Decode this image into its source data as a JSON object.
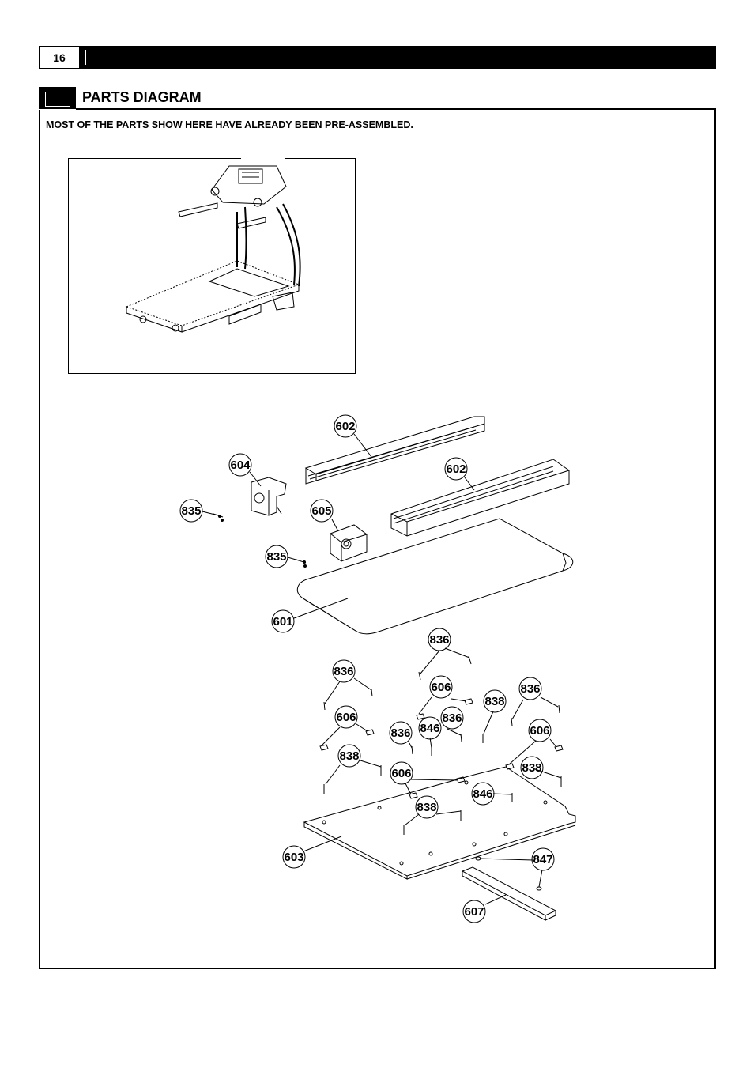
{
  "header": {
    "page_number": "16"
  },
  "section": {
    "title": "PARTS DIAGRAM"
  },
  "note": "MOST OF THE PARTS SHOW HERE HAVE ALREADY BEEN PRE-ASSEMBLED.",
  "callouts": {
    "c602a": "602",
    "c602b": "602",
    "c604": "604",
    "c605": "605",
    "c835a": "835",
    "c835b": "835",
    "c601": "601",
    "c836a": "836",
    "c836b": "836",
    "c836c": "836",
    "c836d": "836",
    "c836e": "836",
    "c606a": "606",
    "c606b": "606",
    "c606c": "606",
    "c606d": "606",
    "c838a": "838",
    "c838b": "838",
    "c838c": "838",
    "c838d": "838",
    "c846a": "846",
    "c846b": "846",
    "c603": "603",
    "c847": "847",
    "c607": "607"
  }
}
